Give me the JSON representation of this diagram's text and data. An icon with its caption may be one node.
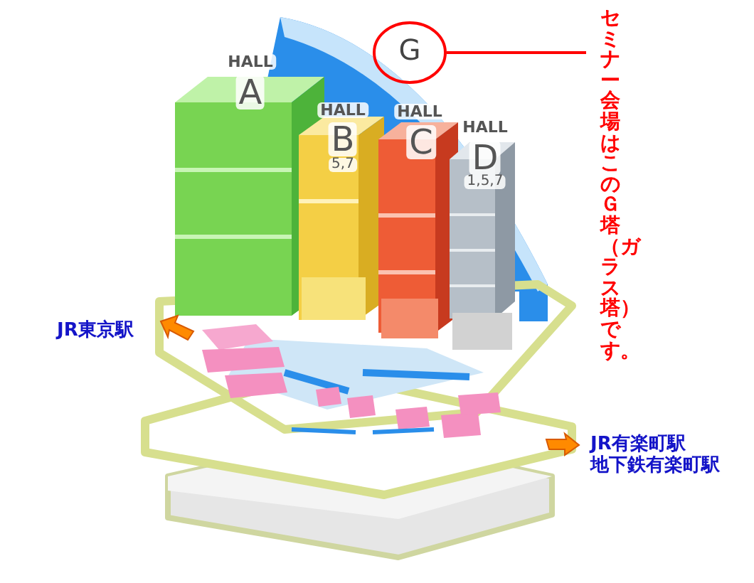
{
  "diagram": {
    "nodes": [
      {
        "text": [
          "G"
        ]
      },
      {
        "text": [
          "セミナー会場はこのＧ塔（ガラス塔）です。"
        ]
      }
    ],
    "edges": [
      {
        "from": 1,
        "to": 0,
        "arrow": "none"
      }
    ],
    "labels": [
      "HALL",
      "A",
      "HALL",
      "B",
      "5,7",
      "HALL",
      "C",
      "HALL",
      "D",
      "1,5,7",
      "JR東京駅",
      "JR有楽町駅",
      "地下鉄有楽町駅"
    ]
  }
}
